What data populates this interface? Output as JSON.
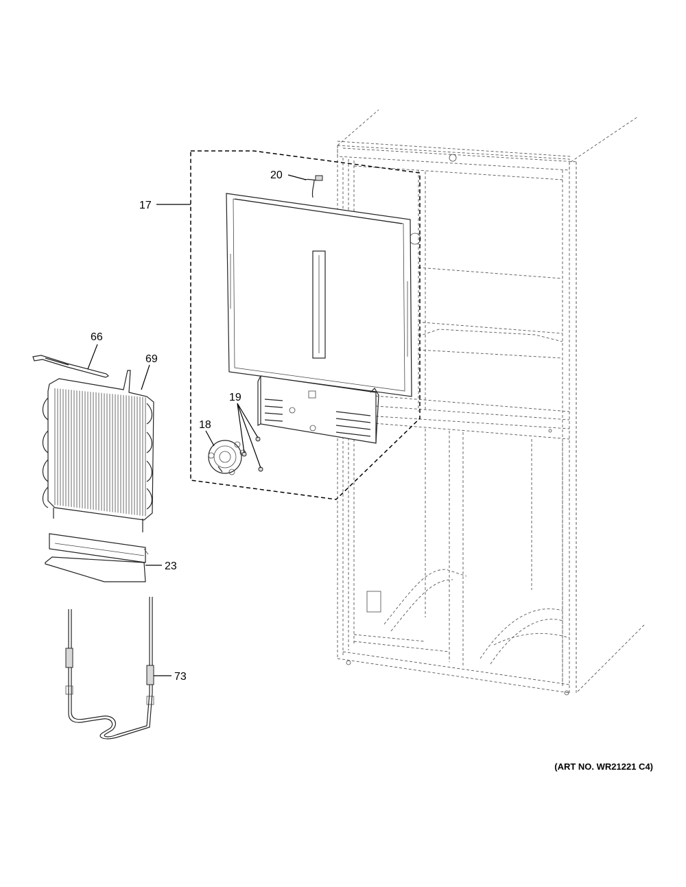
{
  "callouts": {
    "c17": "17",
    "c18": "18",
    "c19": "19",
    "c20": "20",
    "c23": "23",
    "c66": "66",
    "c69": "69",
    "c73": "73"
  },
  "art_number": "(ART NO. WR21221 C4)"
}
